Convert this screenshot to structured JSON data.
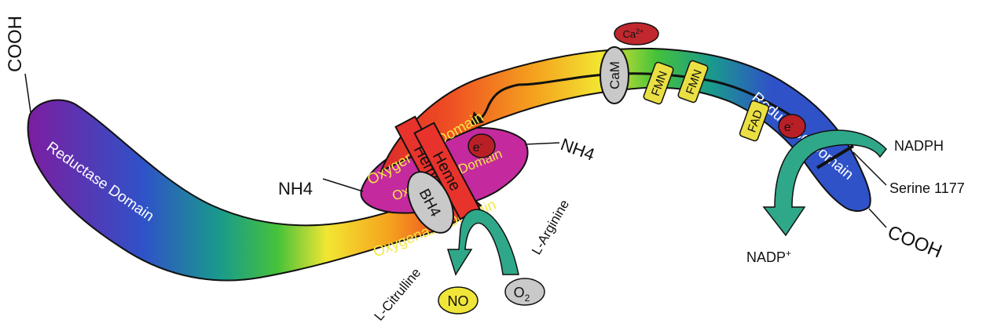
{
  "labels": {
    "cooh_left": "COOH",
    "cooh_right": "COOH",
    "nh4_left": "NH4",
    "nh4_right": "NH4",
    "reductase_left": "Reductase Domain",
    "reductase_right": "Reductase Domain",
    "oxygenase_upper": "Oxygenase Domain",
    "oxygenase_lower": "Oxygenase Domain",
    "oxygenase_small": "Oxygenase Domain",
    "heme_1": "Heme",
    "heme_2": "Heme",
    "bh4": "BH4",
    "electron_1": "e",
    "electron_2": "e",
    "electron_sup": "-",
    "cam": "CaM",
    "ca2": "Ca",
    "ca2_sup": "2+",
    "fmn_1": "FMN",
    "fmn_2": "FMN",
    "fad": "FAD",
    "nadph": "NADPH",
    "nadp": "NADP",
    "nadp_sup": "+",
    "serine": "Serine 1177",
    "l_arginine": "L-Arginine",
    "l_citrulline": "L-Citrulline",
    "no": "NO",
    "o2": "O",
    "o2_sub": "2"
  },
  "colors": {
    "outline": "#111111",
    "spectrum": [
      "#7a1fa2",
      "#2f52c8",
      "#1a9a8c",
      "#46c23a",
      "#f2e632",
      "#f5a21e",
      "#ee4b23",
      "#d8262e"
    ],
    "magenta": "#c42a9e",
    "heme": "#e8322c",
    "electron": "#b82026",
    "ca2": "#c0282e",
    "cofactor_gray": "#c9c9c9",
    "fmn_fad": "#eae043",
    "no": "#f0e63a",
    "arrow": "#2fa889",
    "reductase_text": "#ffffff",
    "oxygenase_text": "#f5e642"
  }
}
